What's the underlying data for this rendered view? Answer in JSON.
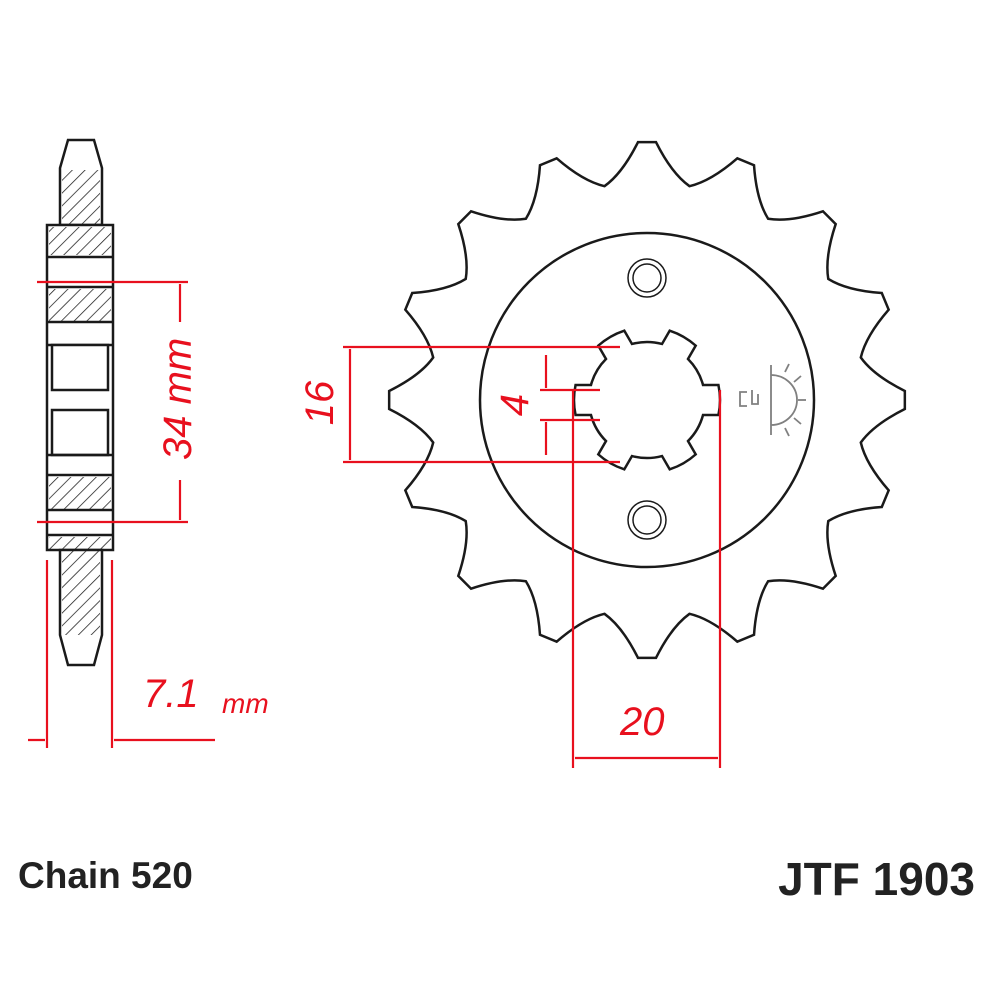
{
  "colors": {
    "outline": "#1a1a1a",
    "dimension": "#e8101e",
    "symbol": "#808080"
  },
  "sprocket": {
    "teeth": 16,
    "spline_slots": 6
  },
  "dimensions": {
    "bolt_spacing": "34 mm",
    "thickness_value": "7.1",
    "thickness_unit": "mm",
    "spline_inner": "16",
    "spline_slot": "4",
    "spline_outer": "20"
  },
  "labels": {
    "chain": "Chain 520",
    "part_number": "JTF 1903"
  }
}
